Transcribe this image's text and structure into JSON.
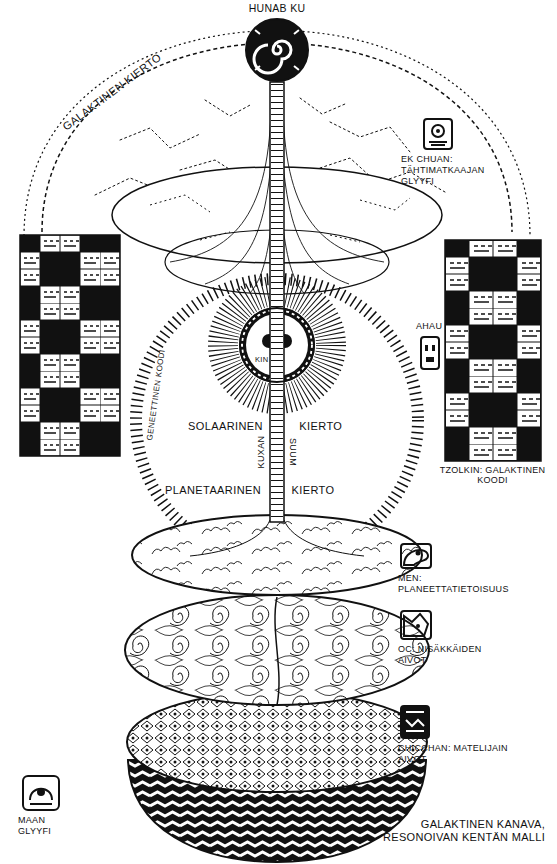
{
  "diagram": {
    "caption": "GALAKTINEN KANAVA, RESONOIVAN KENTÄN MALLI",
    "nodes": [
      {
        "text": [
          "HUNAB KU"
        ]
      },
      {
        "text": [
          "EK CHUAN: TÄHTIMATKAAJAN GLYYFI"
        ]
      },
      {
        "text": [
          "AHAU"
        ]
      },
      {
        "text": [
          "KIN"
        ]
      },
      {
        "text": [
          "TZOLKIN: GALAKTINEN KOODI"
        ]
      },
      {
        "text": [
          "MEN: PLANEETTATIETOISUUS"
        ]
      },
      {
        "text": [
          "OC: NISÄKKÄIDEN AIVOT"
        ]
      },
      {
        "text": [
          "CHICCHAN: MATELIJAIN AIVOT"
        ]
      },
      {
        "text": [
          "MAAN GLYYFI"
        ]
      }
    ],
    "labels": [
      "GALAKTINEN KIERTO",
      "SOLAARINEN KIERTO",
      "GENEETTINEN KOODI",
      "PLANETAARINEN KIERTO",
      "KUXAN",
      "SUUM"
    ]
  }
}
